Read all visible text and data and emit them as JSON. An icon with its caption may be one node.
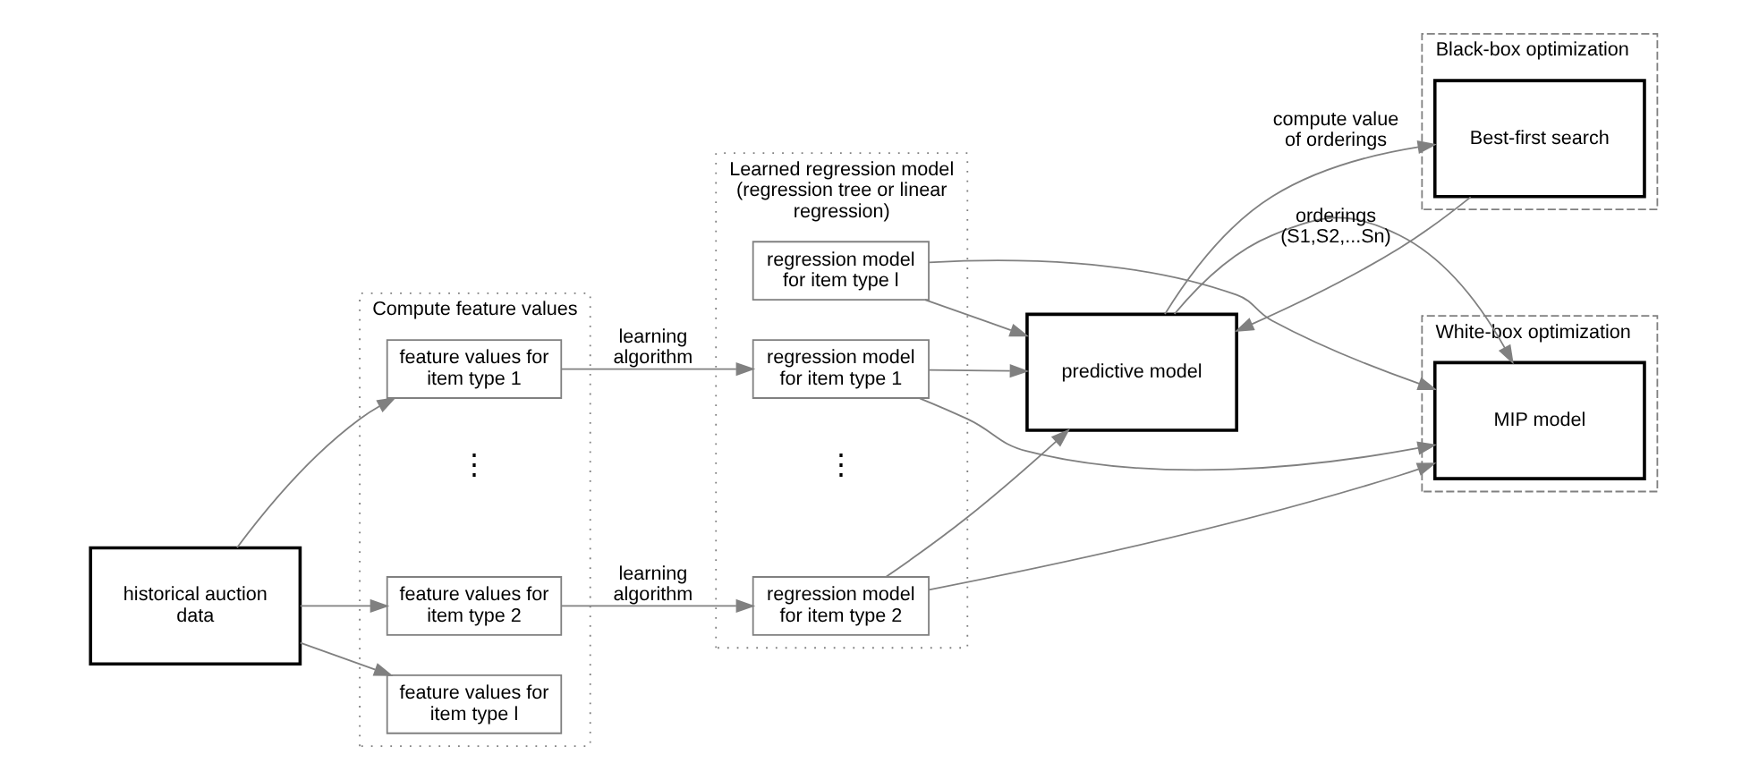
{
  "diagram": {
    "nodes": [
      {
        "text": [
          "historical auction data"
        ]
      },
      {
        "text": [
          "Compute feature values"
        ]
      },
      {
        "text": [
          "feature values for item type 1"
        ],
        "in": 1
      },
      {
        "text": [
          "feature values for item type 2"
        ],
        "in": 1
      },
      {
        "text": [
          "feature values for item type l"
        ],
        "in": 1
      },
      {
        "text": [
          "Learned regression model (regression tree or linear regression)"
        ]
      },
      {
        "text": [
          "regression model for item type 1"
        ],
        "in": 5
      },
      {
        "text": [
          "regression model for item type 2"
        ],
        "in": 5
      },
      {
        "text": [
          "regression model for item type l"
        ],
        "in": 5
      },
      {
        "text": [
          "predictive model"
        ]
      },
      {
        "text": [
          "Black-box optimization"
        ]
      },
      {
        "text": [
          "Best-first search"
        ],
        "in": 10
      },
      {
        "text": [
          "White-box optimization"
        ]
      },
      {
        "text": [
          "MIP model"
        ],
        "in": 12
      }
    ],
    "edges": [
      {
        "from": 0,
        "to": 2,
        "arrow": "to"
      },
      {
        "from": 0,
        "to": 3,
        "arrow": "to"
      },
      {
        "from": 0,
        "to": 4,
        "arrow": "to"
      },
      {
        "from": 2,
        "to": 6,
        "arrow": "to",
        "label": "learning algorithm"
      },
      {
        "from": 3,
        "to": 7,
        "arrow": "to",
        "label": "learning algorithm"
      },
      {
        "from": 6,
        "to": 9,
        "arrow": "to"
      },
      {
        "from": 7,
        "to": 9,
        "arrow": "to"
      },
      {
        "from": 8,
        "to": 9,
        "arrow": "to"
      },
      {
        "from": 6,
        "to": 13,
        "arrow": "to"
      },
      {
        "from": 7,
        "to": 13,
        "arrow": "to"
      },
      {
        "from": 8,
        "to": 13,
        "arrow": "to"
      },
      {
        "from": 9,
        "to": 11,
        "arrow": "to",
        "label": "compute value of orderings"
      },
      {
        "from": 11,
        "to": 9,
        "arrow": "to",
        "label": "orderings (S1,S2,...Sn)"
      },
      {
        "from": 9,
        "to": 13,
        "arrow": "to"
      }
    ],
    "labels": [
      "⋮",
      "⋮"
    ]
  }
}
